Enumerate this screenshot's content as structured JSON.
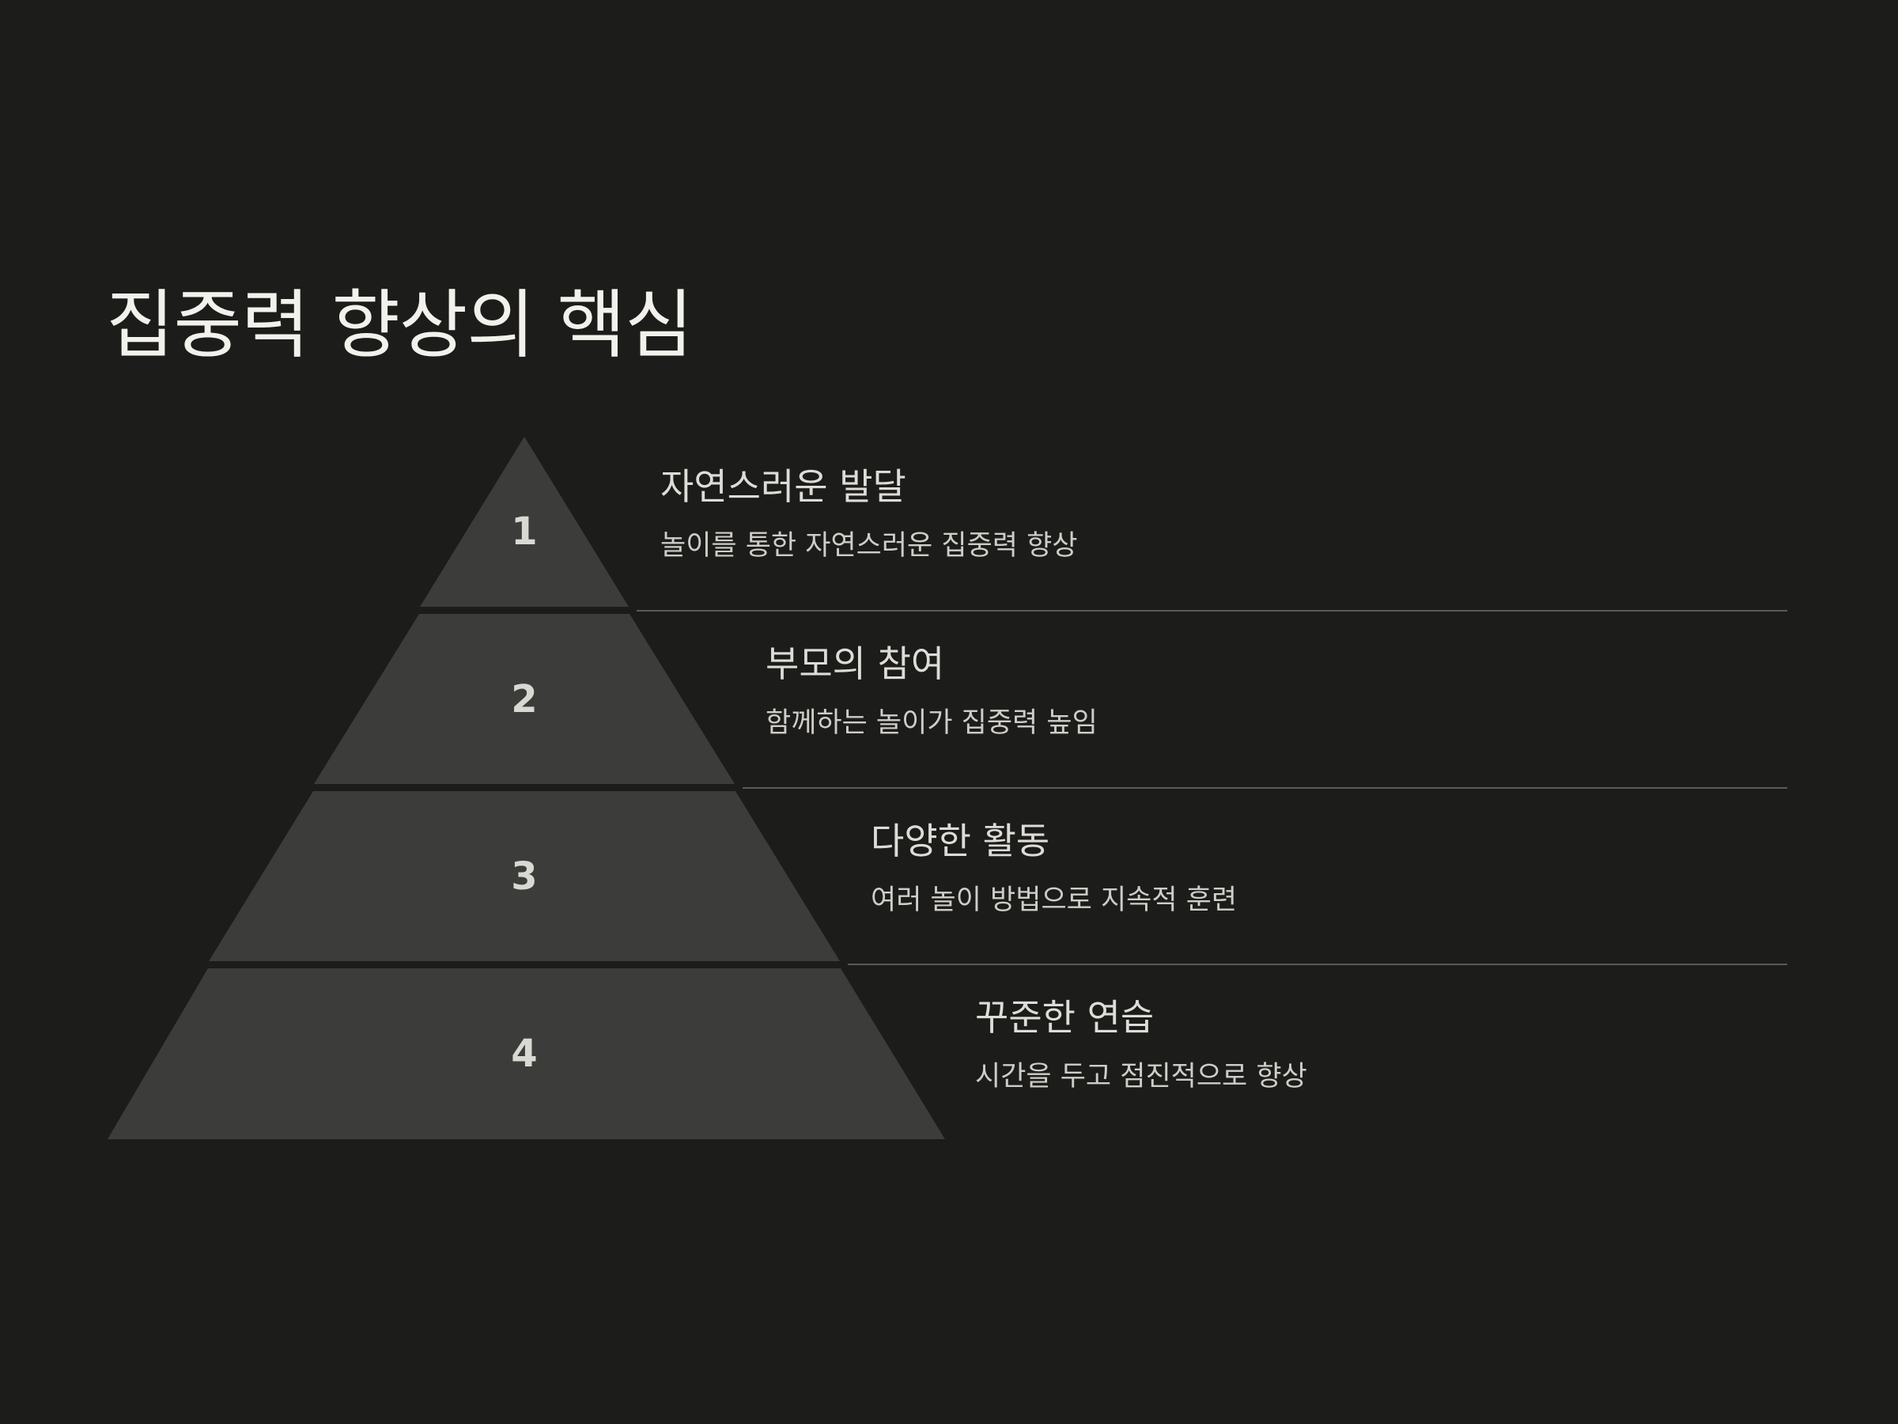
{
  "title": "집중력 향상의 핵심",
  "colors": {
    "background": "#1c1c1b",
    "tier_fill": "#3c3c3b",
    "divider": "#5a5a57",
    "text": "#dedcd6"
  },
  "levels": [
    {
      "number": "1",
      "heading": "자연스러운 발달",
      "description": "놀이를 통한 자연스러운 집중력 향상"
    },
    {
      "number": "2",
      "heading": "부모의 참여",
      "description": "함께하는 놀이가 집중력 높임"
    },
    {
      "number": "3",
      "heading": "다양한 활동",
      "description": "여러 놀이 방법으로 지속적 훈련"
    },
    {
      "number": "4",
      "heading": "꾸준한 연습",
      "description": "시간을 두고 점진적으로 향상"
    }
  ]
}
